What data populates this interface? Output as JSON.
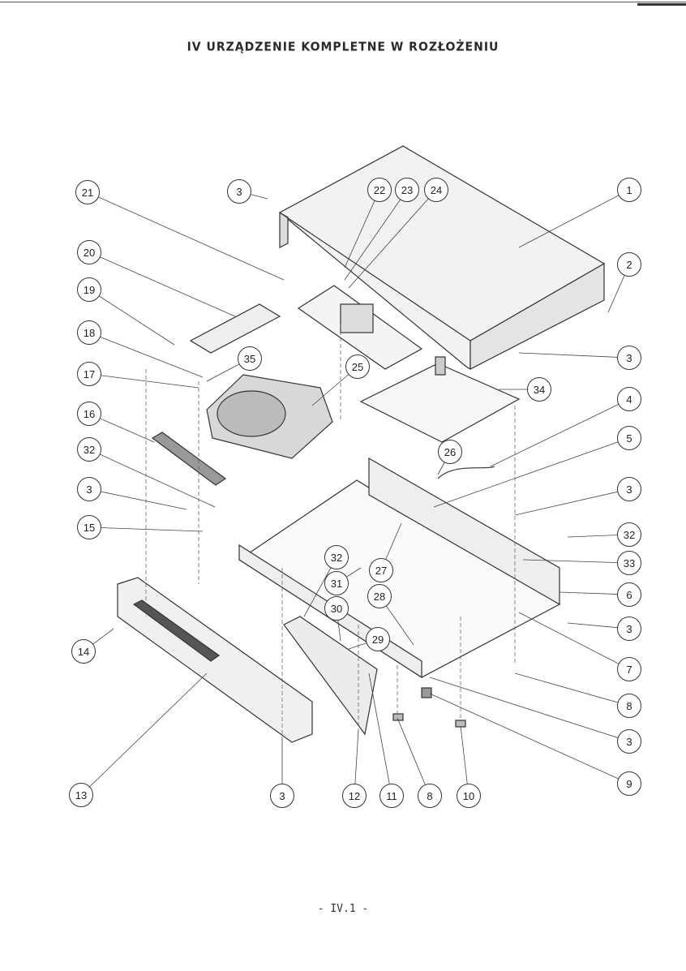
{
  "title": "IV URZĄDZENIE KOMPLETNE W ROZŁOŻENIU",
  "footer": "- IV.1 -",
  "callouts": [
    "21",
    "3",
    "22",
    "23",
    "24",
    "1",
    "20",
    "2",
    "19",
    "18",
    "3",
    "35",
    "25",
    "17",
    "34",
    "4",
    "16",
    "5",
    "26",
    "32",
    "3",
    "3",
    "15",
    "32",
    "33",
    "32",
    "27",
    "31",
    "6",
    "28",
    "30",
    "3",
    "29",
    "14",
    "7",
    "8",
    "3",
    "9",
    "13",
    "3",
    "12",
    "11",
    "8",
    "10"
  ]
}
